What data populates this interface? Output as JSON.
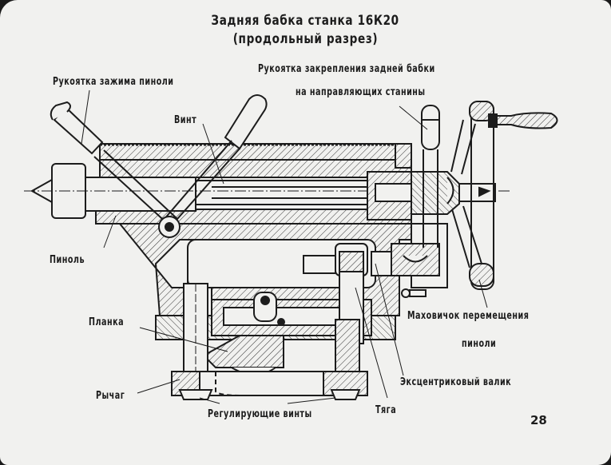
{
  "slide": {
    "title_line1": "Задняя бабка станка 16К20",
    "title_line2": "(продольный разрез)",
    "page_number": "28"
  },
  "labels": {
    "quill_clamp_handle": "Рукоятка зажима пиноли",
    "tailstock_lock_handle_line1": "Рукоятка закрепления задней бабки",
    "tailstock_lock_handle_line2": "на направляющих станины",
    "screw": "Винт",
    "quill": "Пиноль",
    "plate": "Планка",
    "lever": "Рычаг",
    "adjusting_screws": "Регулирующие винты",
    "rod": "Тяга",
    "eccentric_shaft": "Эксцентриковый валик",
    "quill_handwheel_line1": "Маховичок перемещения",
    "quill_handwheel_line2": "пиноли"
  },
  "colors": {
    "paper": "#f1f1ef",
    "ink": "#1c1c1c",
    "border": "#1a1a1a"
  }
}
